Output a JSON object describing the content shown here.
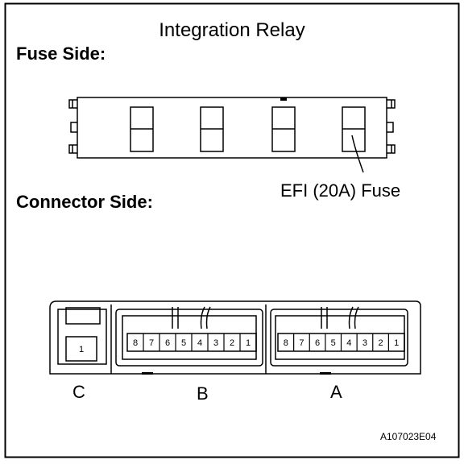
{
  "title": "Integration Relay",
  "fuse_side_label": "Fuse Side:",
  "connector_side_label": "Connector Side:",
  "fuse_callout": "EFI (20A) Fuse",
  "connectors": {
    "c": {
      "label": "C",
      "pins": [
        "1"
      ]
    },
    "b": {
      "label": "B",
      "pins": [
        "8",
        "7",
        "6",
        "5",
        "4",
        "3",
        "2",
        "1"
      ]
    },
    "a": {
      "label": "A",
      "pins": [
        "8",
        "7",
        "6",
        "5",
        "4",
        "3",
        "2",
        "1"
      ]
    }
  },
  "figure_code": "A107023E04"
}
